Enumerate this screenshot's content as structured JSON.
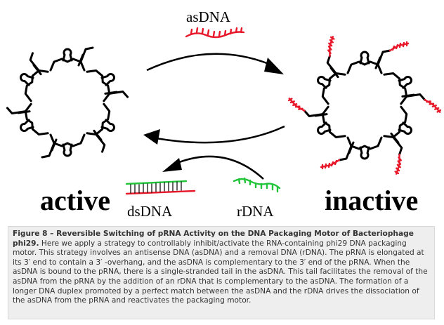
{
  "figure": {
    "labels": {
      "active": "active",
      "inactive": "inactive",
      "asDNA": "asDNA",
      "dsDNA": "dsDNA",
      "rDNA": "rDNA"
    },
    "colors": {
      "structure": "#000000",
      "asDNA": "#e8182b",
      "rDNA": "#22c43a"
    },
    "caption": {
      "title": "Figure 8 – Reversible Switching of pRNA Activity on the DNA Packaging Motor of Bacteriophage phi29.",
      "body": "Here we apply a strategy to controllably inhibit/activate the RNA-containing phi29 DNA packaging motor. This strategy involves an antisense DNA (asDNA) and a removal DNA (rDNA). The pRNA is elongated at its 3′ end to contain a 3′ -overhang, and the asDNA is complementary to the 3′ end of the pRNA. When the asDNA is bound to the pRNA, there is a single-stranded tail in the asDNA. This tail facilitates the removal of the asDNA from the pRNA by the addition of an rDNA that is complementary to the asDNA. The formation of a longer DNA duplex promoted by a perfect match between the asDNA and the rDNA drives the dissociation of the asDNA from the pRNA and reactivates the packaging motor."
    }
  }
}
